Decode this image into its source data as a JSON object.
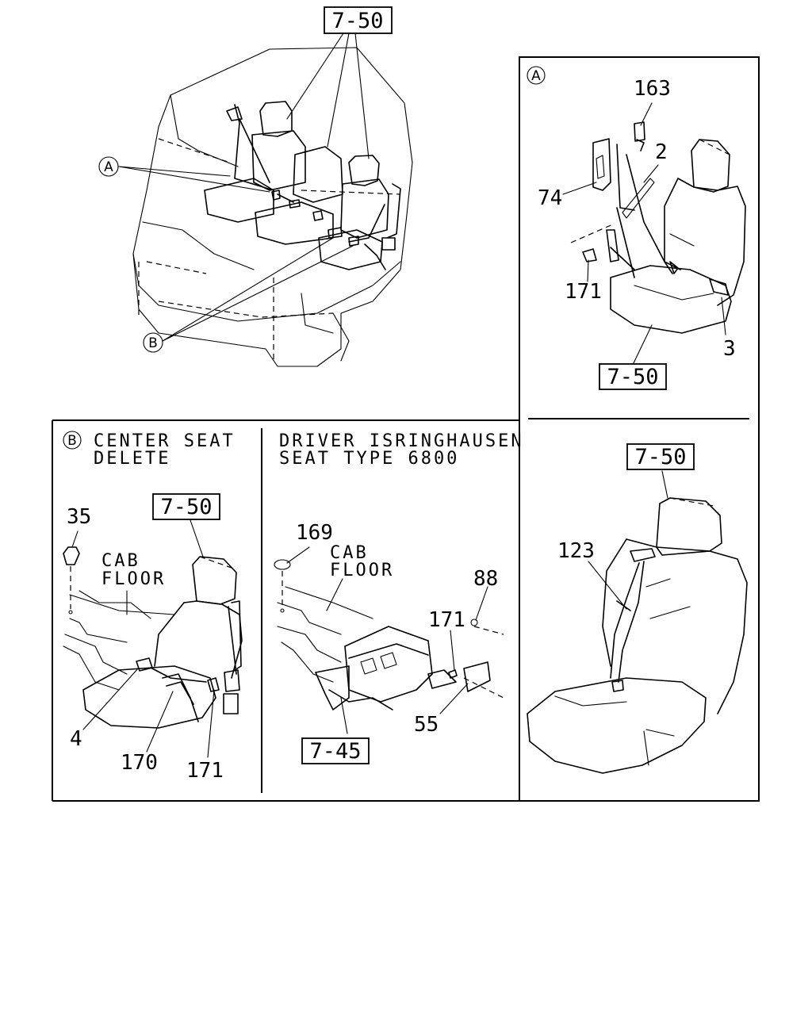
{
  "callouts": {
    "A": "A",
    "B": "B"
  },
  "references": {
    "ref_top": "7-50",
    "ref_a": "7-50",
    "ref_b": "7-50",
    "ref_driver": "7-45",
    "ref_isri": "7-50"
  },
  "panel_b": {
    "title_line1": "CENTER SEAT",
    "title_line2": "DELETE",
    "cab_floor_1": "CAB",
    "cab_floor_2": "FLOOR"
  },
  "panel_driver": {
    "title_line1": "DRIVER ISRINGHAUSEN",
    "title_line2": "SEAT TYPE 6800",
    "cab_floor_1": "CAB",
    "cab_floor_2": "FLOOR"
  },
  "part_numbers": {
    "p163": "163",
    "p2": "2",
    "p74": "74",
    "p171_a": "171",
    "p3": "3",
    "p35": "35",
    "p4": "4",
    "p170": "170",
    "p171_b": "171",
    "p169": "169",
    "p88": "88",
    "p171_c": "171",
    "p55": "55",
    "p123": "123"
  }
}
